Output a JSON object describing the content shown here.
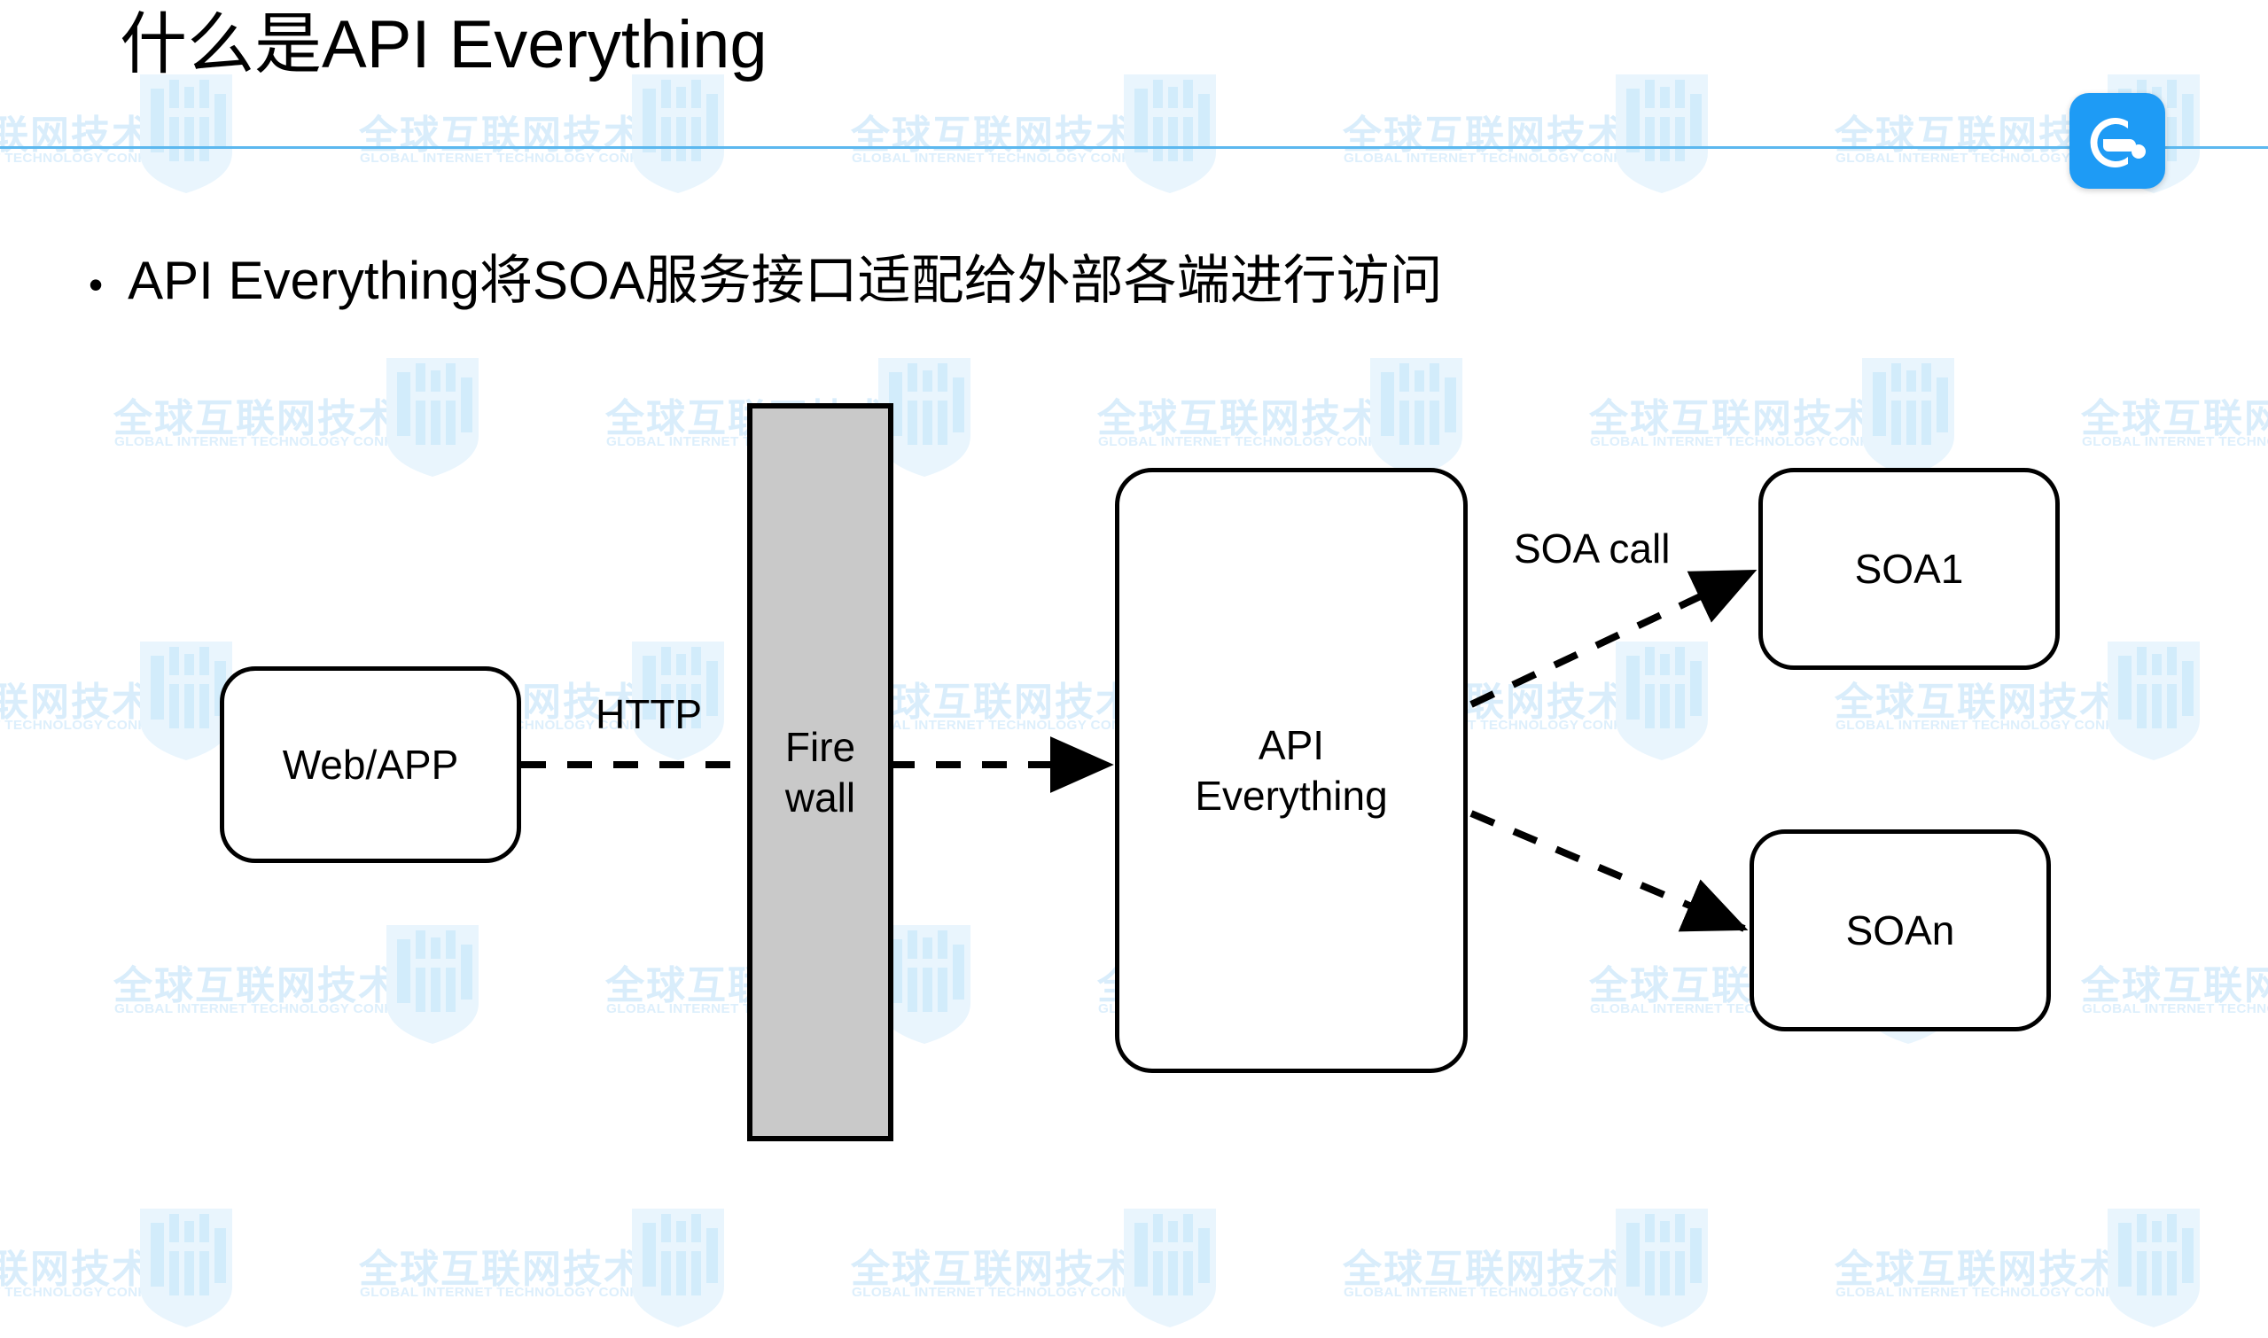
{
  "slide": {
    "title": "什么是API Everything",
    "divider_color": "#5cb8ef",
    "background_color": "#ffffff"
  },
  "brand": {
    "logo_name": "ele-me-logo",
    "logo_letter": "e",
    "logo_bg_color": "#1e9bf5",
    "logo_fg_color": "#ffffff"
  },
  "watermark": {
    "cn_text": "全球互联网技术大会",
    "en_text": "GLOBAL INTERNET TECHNOLOGY CONFERENCE",
    "color": "#ddeffc",
    "mark_name": "gitc-shield-logo"
  },
  "bullets": [
    {
      "marker": "•",
      "text": "API Everything将SOA服务接口适配给外部各端进行访问"
    }
  ],
  "diagram": {
    "type": "flow",
    "nodes": [
      {
        "id": "webapp",
        "label": "Web/APP",
        "shape": "rounded-rect",
        "fill": "#ffffff",
        "stroke": "#000000"
      },
      {
        "id": "firewall",
        "label": "Fire\nwall",
        "shape": "rect",
        "fill": "#c9c9c9",
        "stroke": "#000000"
      },
      {
        "id": "api",
        "label": "API\nEverything",
        "shape": "rounded-rect",
        "fill": "#ffffff",
        "stroke": "#000000"
      },
      {
        "id": "soa1",
        "label": "SOA1",
        "shape": "rounded-rect",
        "fill": "#ffffff",
        "stroke": "#000000"
      },
      {
        "id": "soan",
        "label": "SOAn",
        "shape": "rounded-rect",
        "fill": "#ffffff",
        "stroke": "#000000"
      }
    ],
    "node_labels": {
      "webapp": "Web/APP",
      "firewall_line1": "Fire",
      "firewall_line2": "wall",
      "api_line1": "API",
      "api_line2": "Everything",
      "soa1": "SOA1",
      "soan": "SOAn"
    },
    "edges": [
      {
        "id": "http",
        "from": "webapp",
        "to": "api",
        "label": "HTTP",
        "style": "dashed",
        "arrow": "end"
      },
      {
        "id": "soacall1",
        "from": "api",
        "to": "soa1",
        "label": "SOA call",
        "style": "dashed",
        "arrow": "end"
      },
      {
        "id": "soacalln",
        "from": "api",
        "to": "soan",
        "label": "",
        "style": "dashed",
        "arrow": "end"
      }
    ],
    "edge_labels": {
      "http": "HTTP",
      "soa_call": "SOA call"
    }
  }
}
